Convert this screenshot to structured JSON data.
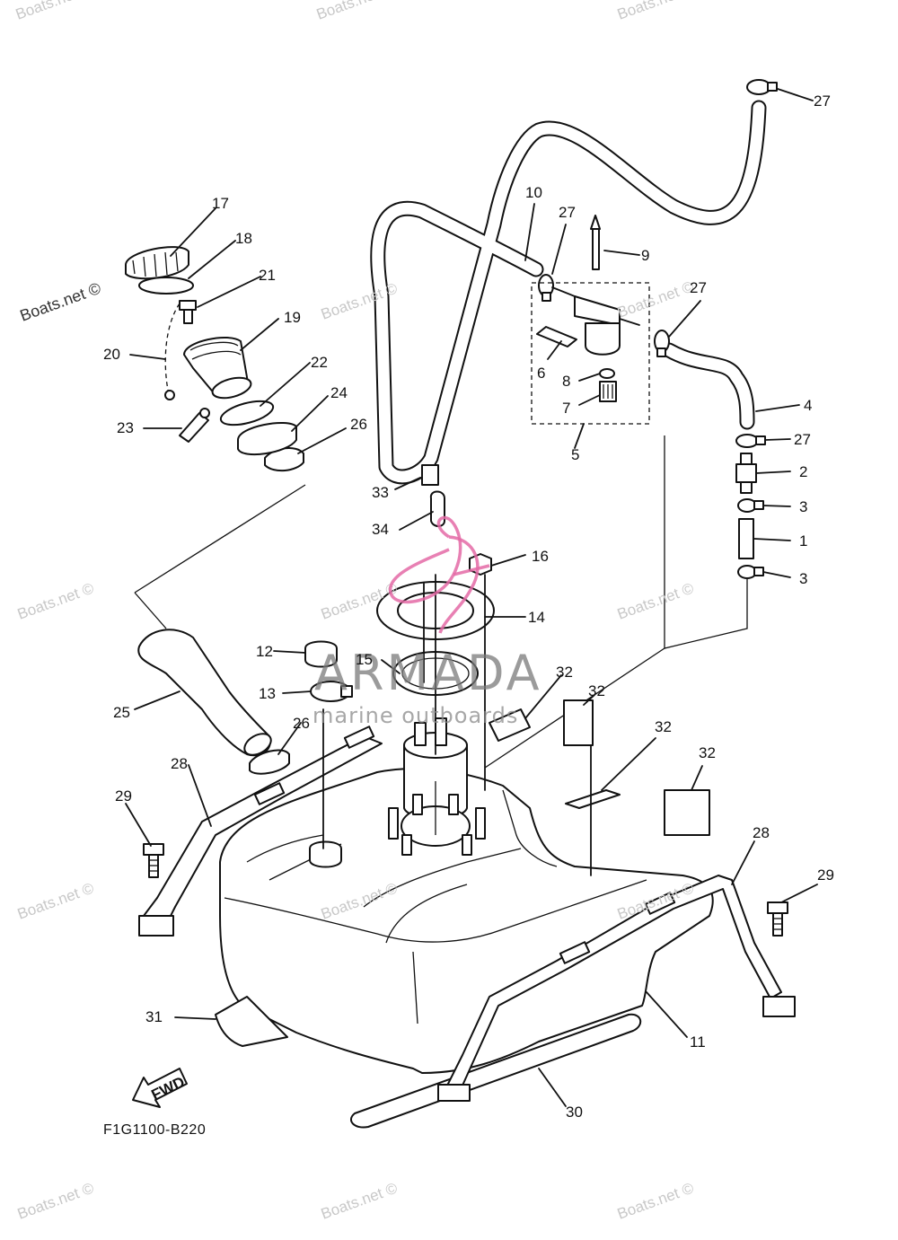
{
  "diagram_code": "F1G1100-B220",
  "fwd_label": "FWD",
  "watermark": {
    "text": "Boats.net ©",
    "brand": "ARMADA",
    "brand_sub": "marine outboards"
  },
  "callouts": [
    "1",
    "2",
    "3",
    "3",
    "4",
    "5",
    "6",
    "7",
    "8",
    "9",
    "10",
    "11",
    "12",
    "13",
    "14",
    "15",
    "16",
    "17",
    "18",
    "19",
    "20",
    "21",
    "22",
    "23",
    "24",
    "25",
    "26",
    "26",
    "27",
    "27",
    "27",
    "27",
    "28",
    "28",
    "29",
    "29",
    "30",
    "31",
    "32",
    "32",
    "32",
    "32",
    "33",
    "34"
  ],
  "colors": {
    "line": "#111111",
    "logo": "#e46aa6",
    "watermark": "#c8c8c8"
  }
}
